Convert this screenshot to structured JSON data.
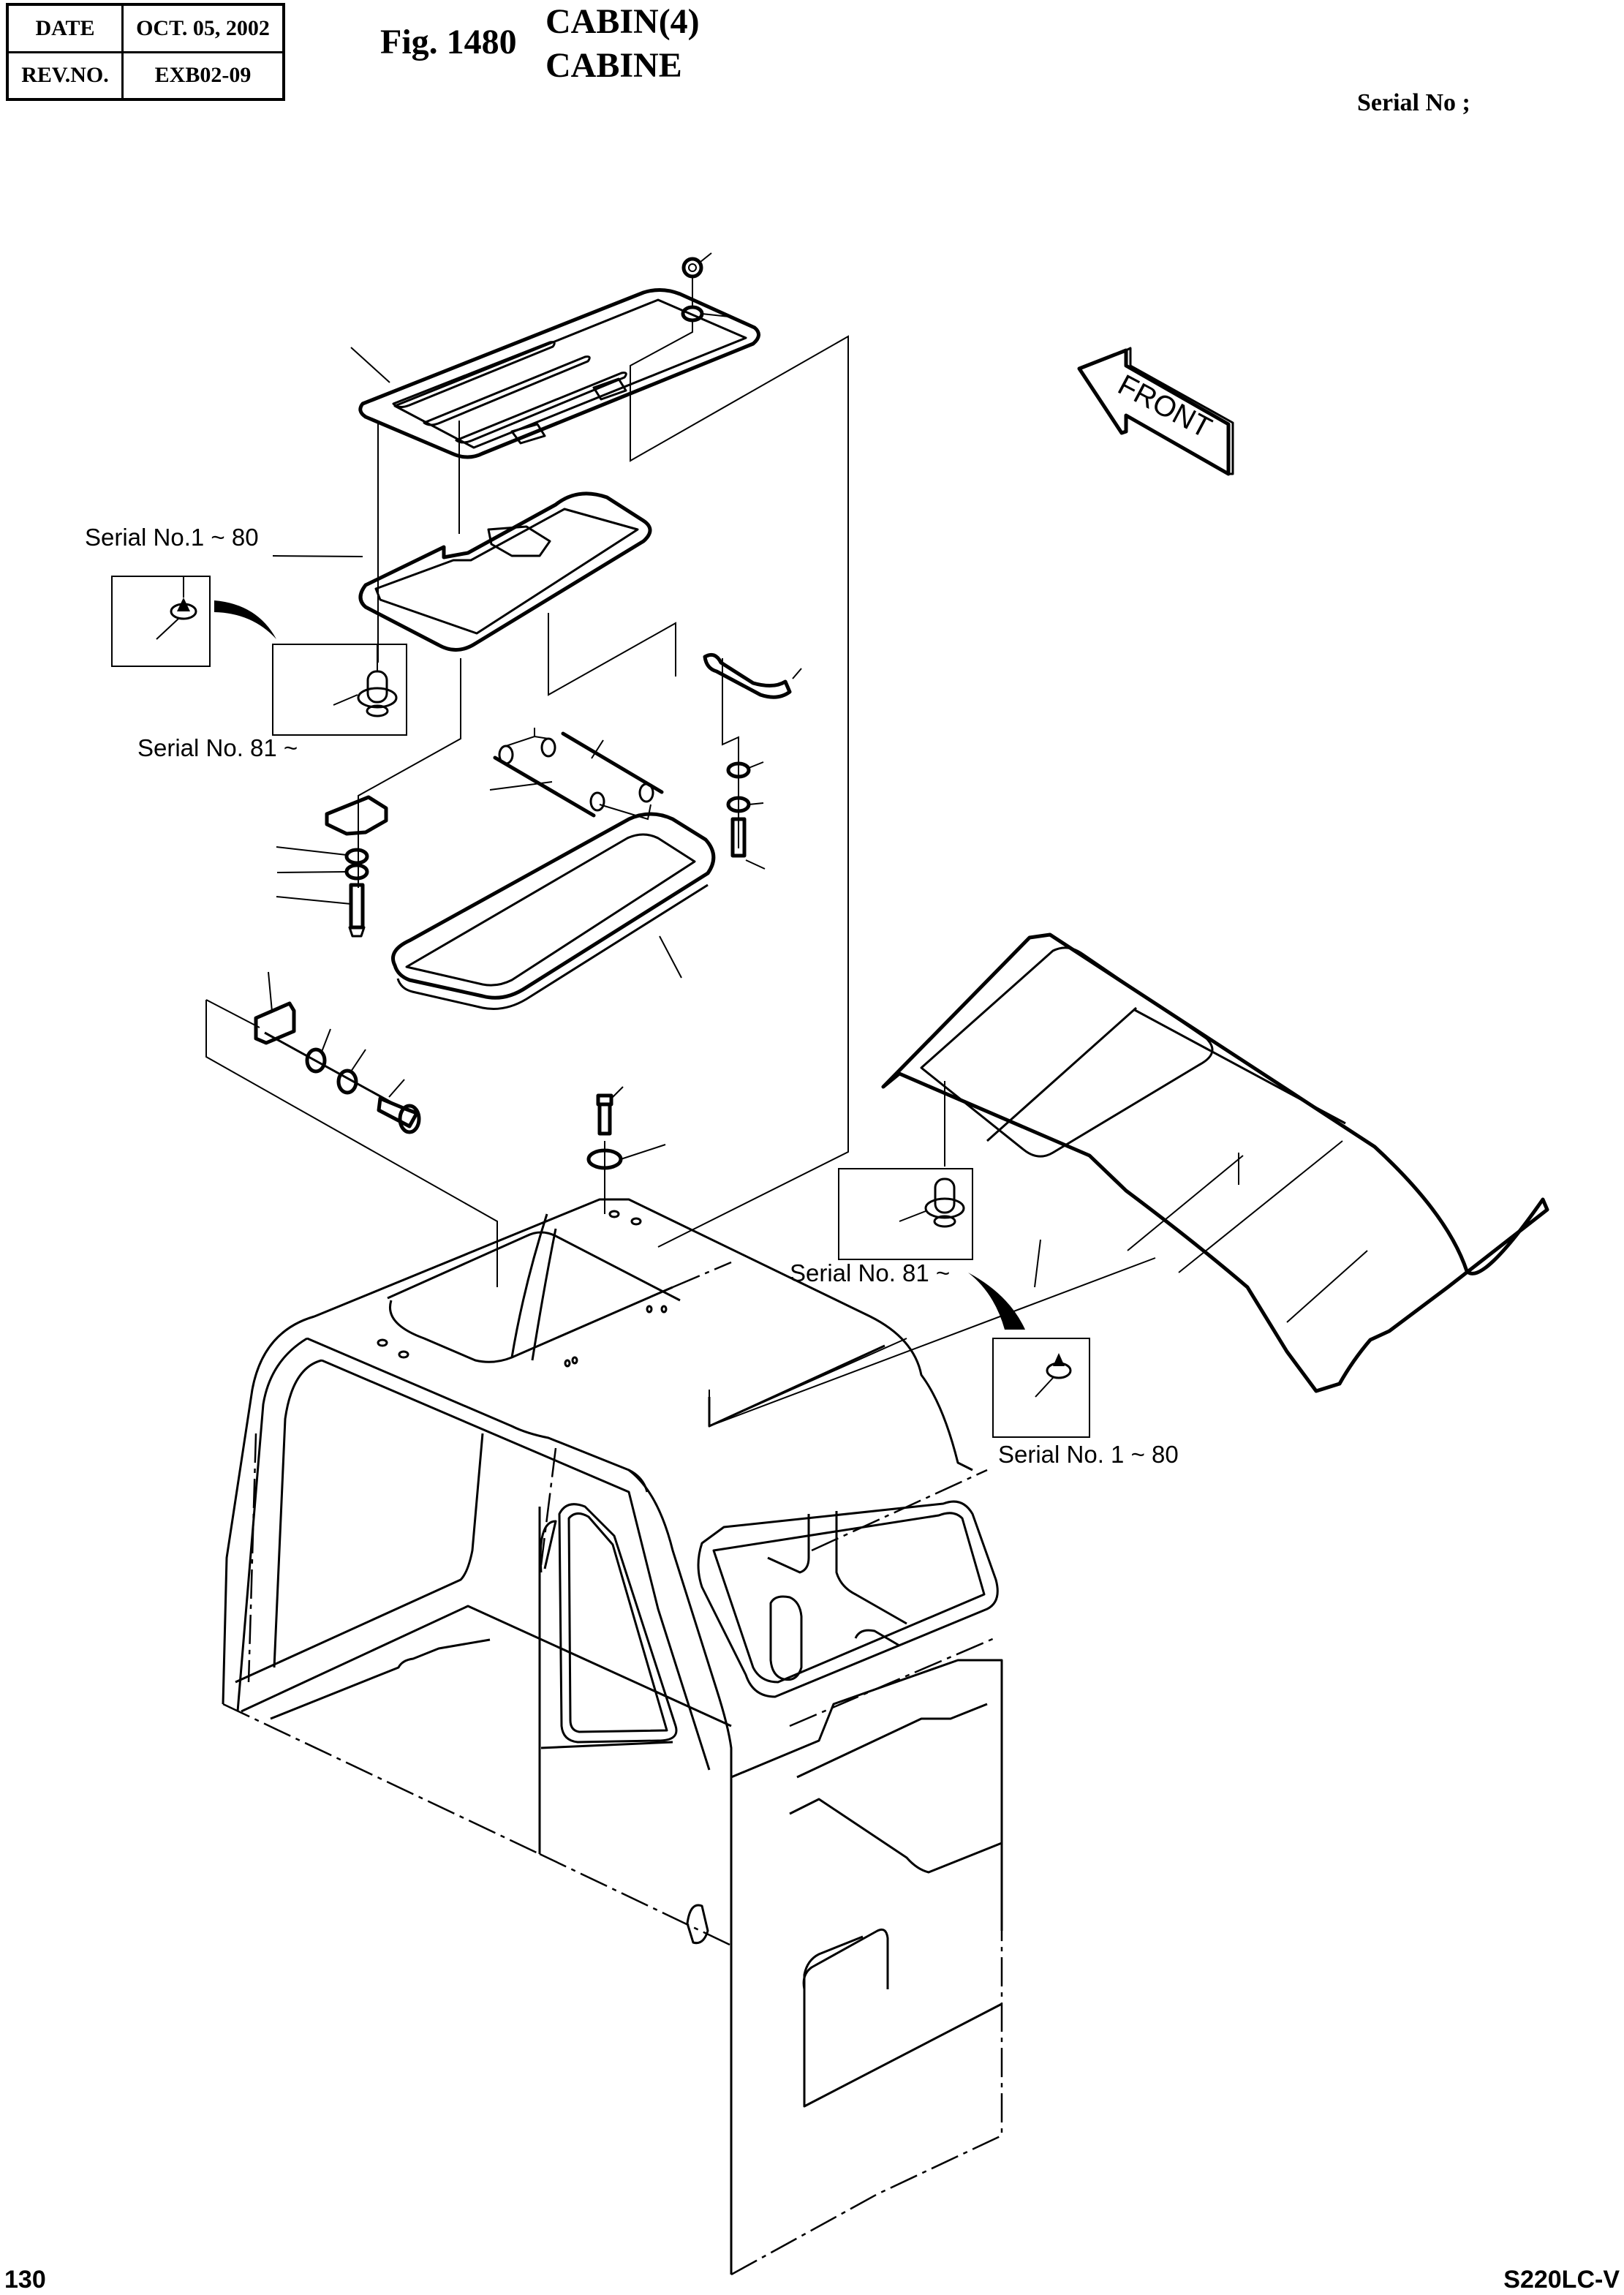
{
  "header": {
    "date_label": "DATE",
    "date_value": "OCT. 05, 2002",
    "rev_label": "REV.NO.",
    "rev_value": "EXB02-09",
    "figure_number": "Fig. 1480",
    "title_en": "CABIN(4)",
    "title_fr": "CABINE",
    "serial_header": "Serial No ;"
  },
  "diagram": {
    "direction_arrow": "FRONT",
    "callouts": {
      "hatch_old": "Serial No.1 ~ 80",
      "hatch_new": "Serial No. 81 ~",
      "cover_new": "Serial No. 81 ~",
      "cover_old": "Serial No. 1 ~ 80"
    }
  },
  "footer": {
    "page_number": "130",
    "model": "S220LC-V"
  }
}
